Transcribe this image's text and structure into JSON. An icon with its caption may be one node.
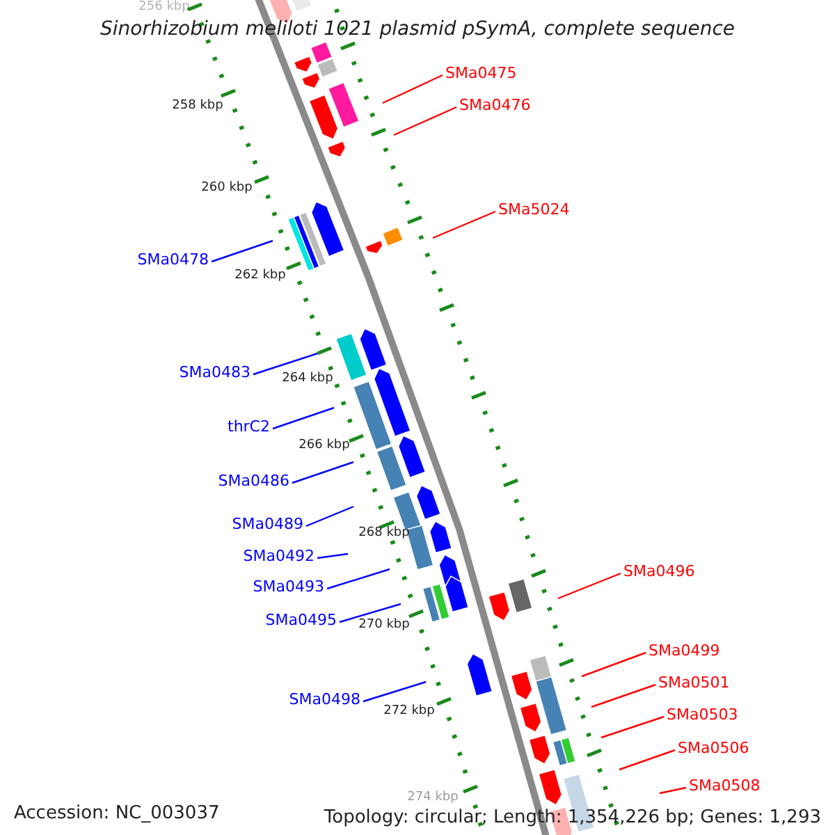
{
  "diagram": {
    "title": "Sinorhizobium meliloti 1021 plasmid pSymA, complete sequence",
    "nodes": [
      {
        "text": [
          "SMa0475"
        ]
      },
      {
        "text": [
          "SMa0476"
        ]
      },
      {
        "text": [
          "SMa5024"
        ]
      },
      {
        "text": [
          "SMa0478"
        ]
      },
      {
        "text": [
          "SMa0483"
        ]
      },
      {
        "text": [
          "thrC2"
        ]
      },
      {
        "text": [
          "SMa0486"
        ]
      },
      {
        "text": [
          "SMa0489"
        ]
      },
      {
        "text": [
          "SMa0492"
        ]
      },
      {
        "text": [
          "SMa0496"
        ]
      },
      {
        "text": [
          "SMa0493"
        ]
      },
      {
        "text": [
          "SMa0495"
        ]
      },
      {
        "text": [
          "SMa0499"
        ]
      },
      {
        "text": [
          "SMa0501"
        ]
      },
      {
        "text": [
          "SMa0498"
        ]
      },
      {
        "text": [
          "SMa0503"
        ]
      },
      {
        "text": [
          "SMa0506"
        ]
      },
      {
        "text": [
          "SMa0508"
        ]
      }
    ],
    "edges": [
      {
        "from": 0,
        "to": null,
        "arrow": "none",
        "color": "#ff0000"
      },
      {
        "from": 1,
        "to": null,
        "arrow": "none",
        "color": "#ff0000"
      },
      {
        "from": 2,
        "to": null,
        "arrow": "none",
        "color": "#ff0000"
      },
      {
        "from": 3,
        "to": null,
        "arrow": "none",
        "color": "#0000ff"
      },
      {
        "from": 4,
        "to": null,
        "arrow": "none",
        "color": "#0000ff"
      },
      {
        "from": 5,
        "to": null,
        "arrow": "none",
        "color": "#0000ff"
      },
      {
        "from": 6,
        "to": null,
        "arrow": "none",
        "color": "#0000ff"
      },
      {
        "from": 7,
        "to": null,
        "arrow": "none",
        "color": "#0000ff"
      },
      {
        "from": 8,
        "to": null,
        "arrow": "none",
        "color": "#0000ff"
      },
      {
        "from": 9,
        "to": null,
        "arrow": "none",
        "color": "#ff0000"
      },
      {
        "from": 10,
        "to": null,
        "arrow": "none",
        "color": "#0000ff"
      },
      {
        "from": 11,
        "to": null,
        "arrow": "none",
        "color": "#0000ff"
      },
      {
        "from": 12,
        "to": null,
        "arrow": "none",
        "color": "#ff0000"
      },
      {
        "from": 13,
        "to": null,
        "arrow": "none",
        "color": "#ff0000"
      },
      {
        "from": 14,
        "to": null,
        "arrow": "none",
        "color": "#0000ff"
      },
      {
        "from": 15,
        "to": null,
        "arrow": "none",
        "color": "#ff0000"
      },
      {
        "from": 16,
        "to": null,
        "arrow": "none",
        "color": "#ff0000"
      },
      {
        "from": 17,
        "to": null,
        "arrow": "none",
        "color": "#ff0000"
      }
    ],
    "labels": [
      "256 kbp",
      "258 kbp",
      "260 kbp",
      "262 kbp",
      "264 kbp",
      "266 kbp",
      "268 kbp",
      "270 kbp",
      "272 kbp",
      "274 kbp",
      "Accession: NC_003037",
      "Topology: circular; Length: 1,354,226 bp; Genes: 1,293"
    ]
  }
}
